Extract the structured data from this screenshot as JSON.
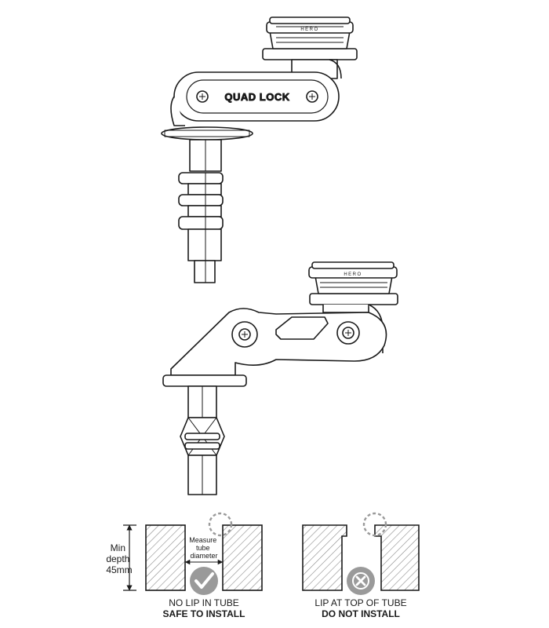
{
  "figure": {
    "brand_logo_text": "QUAD LOCK",
    "cover_logo_text": "HERO"
  },
  "guides": [
    {
      "id": "safe",
      "measure_label": [
        "Measure",
        "tube",
        "diameter"
      ],
      "depth_label": [
        "Min",
        "depth",
        "45mm"
      ],
      "status_line": "NO LIP IN TUBE",
      "verdict": "SAFE TO INSTALL",
      "icon": "check-circle-icon"
    },
    {
      "id": "unsafe",
      "status_line": "LIP AT TOP OF TUBE",
      "verdict": "DO NOT INSTALL",
      "icon": "x-circle-icon"
    }
  ],
  "colors": {
    "line": "#1a1a1a",
    "hatch": "#777777",
    "icon_fill": "#9a9a9a",
    "dashed": "#9a9a9a"
  }
}
